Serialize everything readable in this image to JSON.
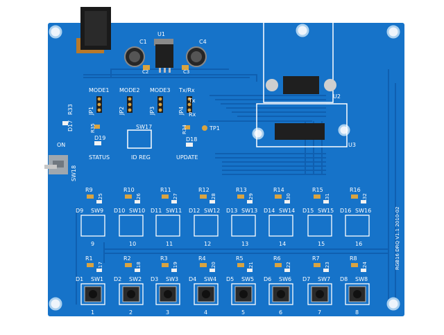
{
  "board": {
    "colors": {
      "pcb": "#1673c9",
      "trace": "#0f5fb0",
      "silk": "#ffffff",
      "pad": "#d9a441",
      "hole": "#eef4fb",
      "black": "#1a1a1a"
    },
    "top_labels": {
      "c1": "C1",
      "u1": "U1",
      "c4": "C4",
      "c2": "C2",
      "c3": "C3",
      "u2": "U2",
      "u3": "U3",
      "tp1": "TP1"
    },
    "jumpers": [
      {
        "header": "MODE1",
        "ref": "JP1"
      },
      {
        "header": "MODE2",
        "ref": "JP2"
      },
      {
        "header": "MODE3",
        "ref": "JP3"
      },
      {
        "header": "Tx/Rx",
        "ref": "JP4"
      }
    ],
    "txrx": {
      "tx": "Tx",
      "rx": "Rx"
    },
    "left": {
      "r33": "R33",
      "d17": "D17",
      "r35": "R35",
      "d19": "D19",
      "status": "STATUS",
      "on": "ON",
      "sw18": "SW18"
    },
    "center": {
      "sw17": "SW17",
      "id_reg": "ID REG",
      "r34": "R34",
      "d18": "D18",
      "update": "UPDATE"
    },
    "side_text": "RGB16 DRQ V1.1 2010-02",
    "row_top": [
      {
        "r": "R9",
        "rr": "R25",
        "d": "D9",
        "sw": "SW9",
        "num": "9"
      },
      {
        "r": "R10",
        "rr": "R26",
        "d": "D10",
        "sw": "SW10",
        "num": "10"
      },
      {
        "r": "R11",
        "rr": "R27",
        "d": "D11",
        "sw": "SW11",
        "num": "11"
      },
      {
        "r": "R12",
        "rr": "R28",
        "d": "D12",
        "sw": "SW12",
        "num": "12"
      },
      {
        "r": "R13",
        "rr": "R29",
        "d": "D13",
        "sw": "SW13",
        "num": "13"
      },
      {
        "r": "R14",
        "rr": "R30",
        "d": "D14",
        "sw": "SW14",
        "num": "14"
      },
      {
        "r": "R15",
        "rr": "R31",
        "d": "D15",
        "sw": "SW15",
        "num": "15"
      },
      {
        "r": "R16",
        "rr": "R32",
        "d": "D16",
        "sw": "SW16",
        "num": "16"
      }
    ],
    "row_bottom": [
      {
        "r": "R1",
        "rr": "R17",
        "d": "D1",
        "sw": "SW1",
        "num": "1"
      },
      {
        "r": "R2",
        "rr": "R18",
        "d": "D2",
        "sw": "SW2",
        "num": "2"
      },
      {
        "r": "R3",
        "rr": "R19",
        "d": "D3",
        "sw": "SW3",
        "num": "3"
      },
      {
        "r": "R4",
        "rr": "R20",
        "d": "D4",
        "sw": "SW4",
        "num": "4"
      },
      {
        "r": "R5",
        "rr": "R21",
        "d": "D5",
        "sw": "SW5",
        "num": "5"
      },
      {
        "r": "R6",
        "rr": "R22",
        "d": "D6",
        "sw": "SW6",
        "num": "6"
      },
      {
        "r": "R7",
        "rr": "R23",
        "d": "D7",
        "sw": "SW7",
        "num": "7"
      },
      {
        "r": "R8",
        "rr": "R24",
        "d": "D8",
        "sw": "SW8",
        "num": "8"
      }
    ]
  }
}
